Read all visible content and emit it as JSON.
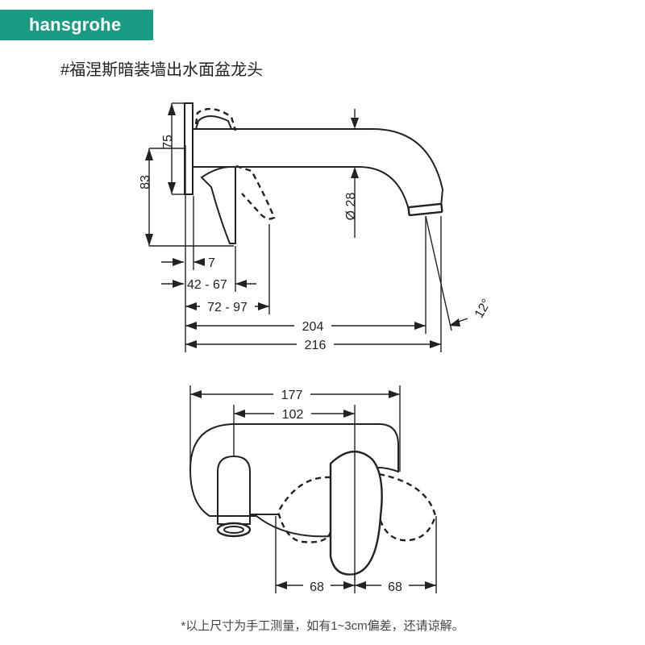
{
  "brand": {
    "name": "hansgrohe",
    "color": "#1a9b83"
  },
  "title": "#福涅斯暗装墙出水面盆龙头",
  "side_view": {
    "dims": {
      "height_75": "75",
      "height_83": "83",
      "depth_7": "7",
      "range_42_67": "42 - 67",
      "range_72_97": "72 - 97",
      "reach_204": "204",
      "reach_216": "216",
      "diameter": "Ø 28",
      "angle": "12°"
    }
  },
  "top_view": {
    "dims": {
      "width_177": "177",
      "width_102": "102",
      "left_68": "68",
      "right_68": "68"
    }
  },
  "footnote": "*以上尺寸为手工测量，如有1~3cm偏差，还请谅解。"
}
